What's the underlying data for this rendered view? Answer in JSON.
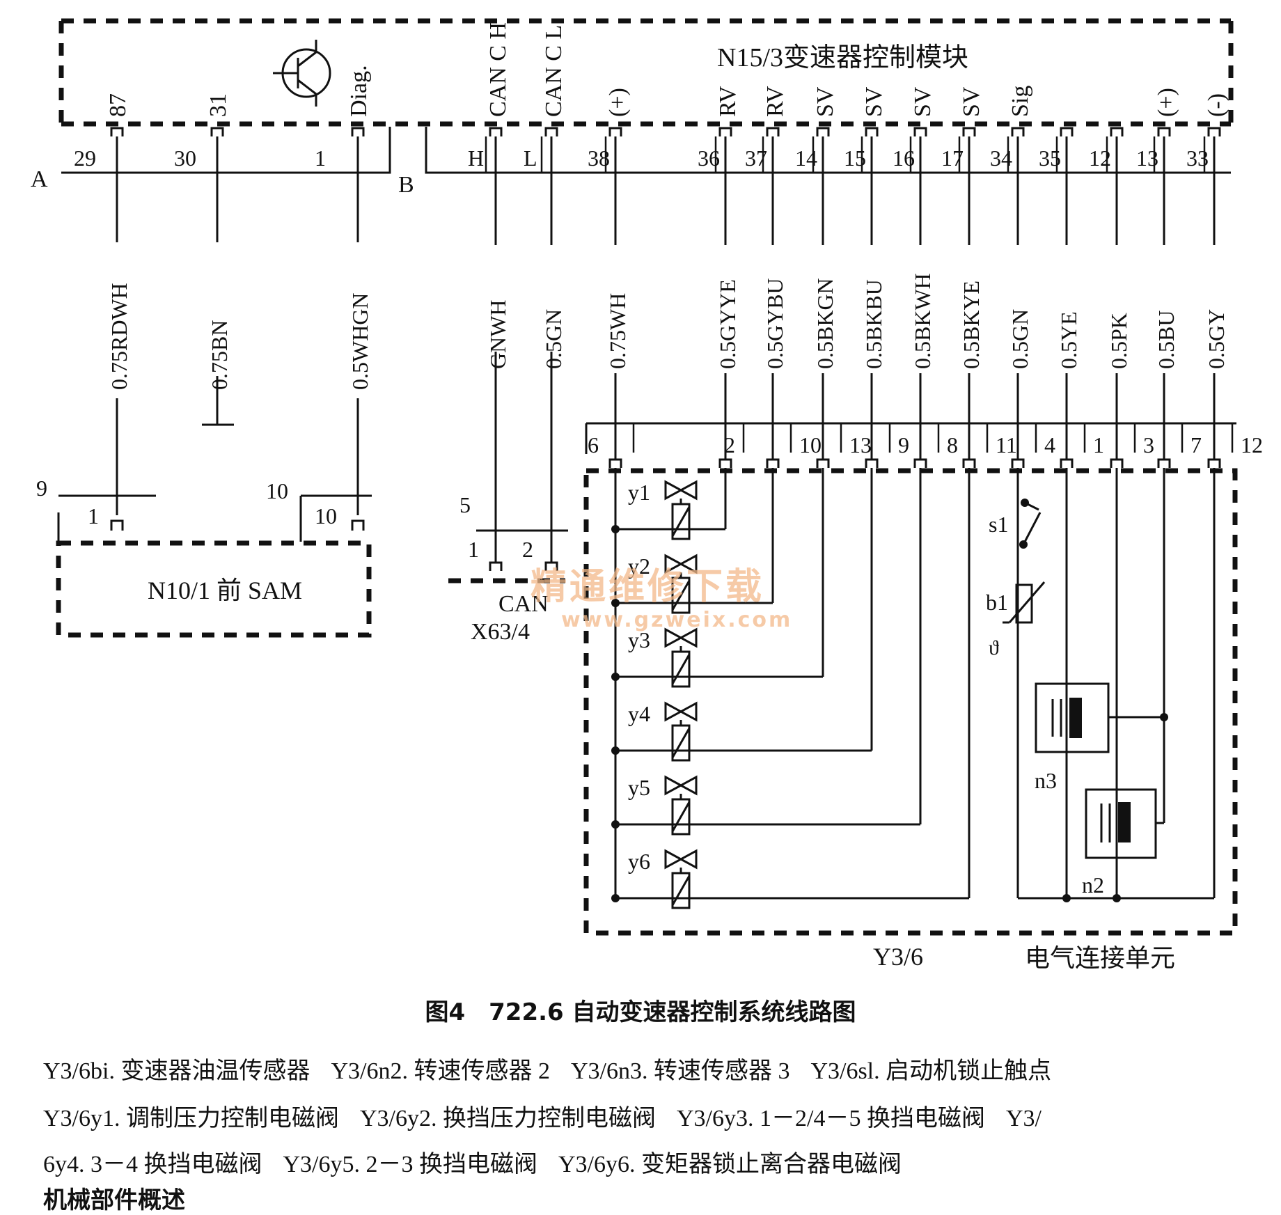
{
  "module": {
    "name": "N15/3变速器控制模块",
    "connector_a": "A",
    "connector_b": "B"
  },
  "pins_a": [
    {
      "func": "87",
      "pin": "29",
      "wire": "0.75RDWH"
    },
    {
      "func": "31",
      "pin": "30",
      "wire": "0.75BN"
    },
    {
      "func": "Diag.",
      "pin": "1",
      "wire": "0.5WHGN"
    }
  ],
  "pins_b": [
    {
      "func": "CAN C H",
      "pin": "H",
      "wire": "GNWH",
      "y36_pin": ""
    },
    {
      "func": "CAN C L",
      "pin": "L",
      "wire": "0.5GN",
      "y36_pin": ""
    },
    {
      "func": "(+)",
      "pin": "38",
      "wire": "0.75WH",
      "y36_pin": "6"
    },
    {
      "func": "RV",
      "pin": "36",
      "wire": "0.5GYYE",
      "y36_pin": "2"
    },
    {
      "func": "RV",
      "pin": "37",
      "wire": "0.5GYBU",
      "y36_pin": "10"
    },
    {
      "func": "SV",
      "pin": "14",
      "wire": "0.5BKGN",
      "y36_pin": "13"
    },
    {
      "func": "SV",
      "pin": "15",
      "wire": "0.5BKBU",
      "y36_pin": "9"
    },
    {
      "func": "SV",
      "pin": "16",
      "wire": "0.5BKWH",
      "y36_pin": "8"
    },
    {
      "func": "SV",
      "pin": "17",
      "wire": "0.5BKYE",
      "y36_pin": "11"
    },
    {
      "func": "Sig",
      "pin": "34",
      "wire": "0.5GN",
      "y36_pin": "4"
    },
    {
      "func": "",
      "pin": "35",
      "wire": "0.5YE",
      "y36_pin": "1"
    },
    {
      "func": "",
      "pin": "12",
      "wire": "0.5PK",
      "y36_pin": "3"
    },
    {
      "func": "(+)",
      "pin": "13",
      "wire": "0.5BU",
      "y36_pin": "7"
    },
    {
      "func": "(-)",
      "pin": "33",
      "wire": "0.5GY",
      "y36_pin": "12"
    }
  ],
  "sam": {
    "name": "N10/1 前 SAM",
    "pin_left_outer": "9",
    "pin_left_inner": "1",
    "pin_right_outer": "10",
    "pin_right_inner": "10"
  },
  "can": {
    "label": "CAN",
    "connector": "X63/4",
    "pin_outer": "5",
    "pin_h": "1",
    "pin_l": "2"
  },
  "unit": {
    "code": "Y3/6",
    "name": "电气连接单元",
    "valves": [
      "y1",
      "y2",
      "y3",
      "y4",
      "y5",
      "y6"
    ],
    "switch": "s1",
    "temp_sensor": "b1",
    "theta": "ϑ",
    "speed_sensor_3": "n3",
    "speed_sensor_2": "n2"
  },
  "watermark": {
    "cn": "精通维修下载",
    "url": "www.gzweix.com"
  },
  "caption": "图4　722.6 自动变速器控制系统线路图",
  "legend": [
    [
      "Y3/6bi. 变速器油温传感器",
      "Y3/6n2. 转速传感器 2",
      "Y3/6n3. 转速传感器 3",
      "Y3/6sl. 启动机锁止触点"
    ],
    [
      "Y3/6y1. 调制压力控制电磁阀",
      "Y3/6y2. 换挡压力控制电磁阀",
      "Y3/6y3. 1－2/4－5 换挡电磁阀",
      "Y3/"
    ],
    [
      "6y4. 3－4 换挡电磁阀",
      "Y3/6y5. 2－3 换挡电磁阀",
      "Y3/6y6. 变矩器锁止离合器电磁阀"
    ]
  ],
  "cut_text": "机械部件概述"
}
